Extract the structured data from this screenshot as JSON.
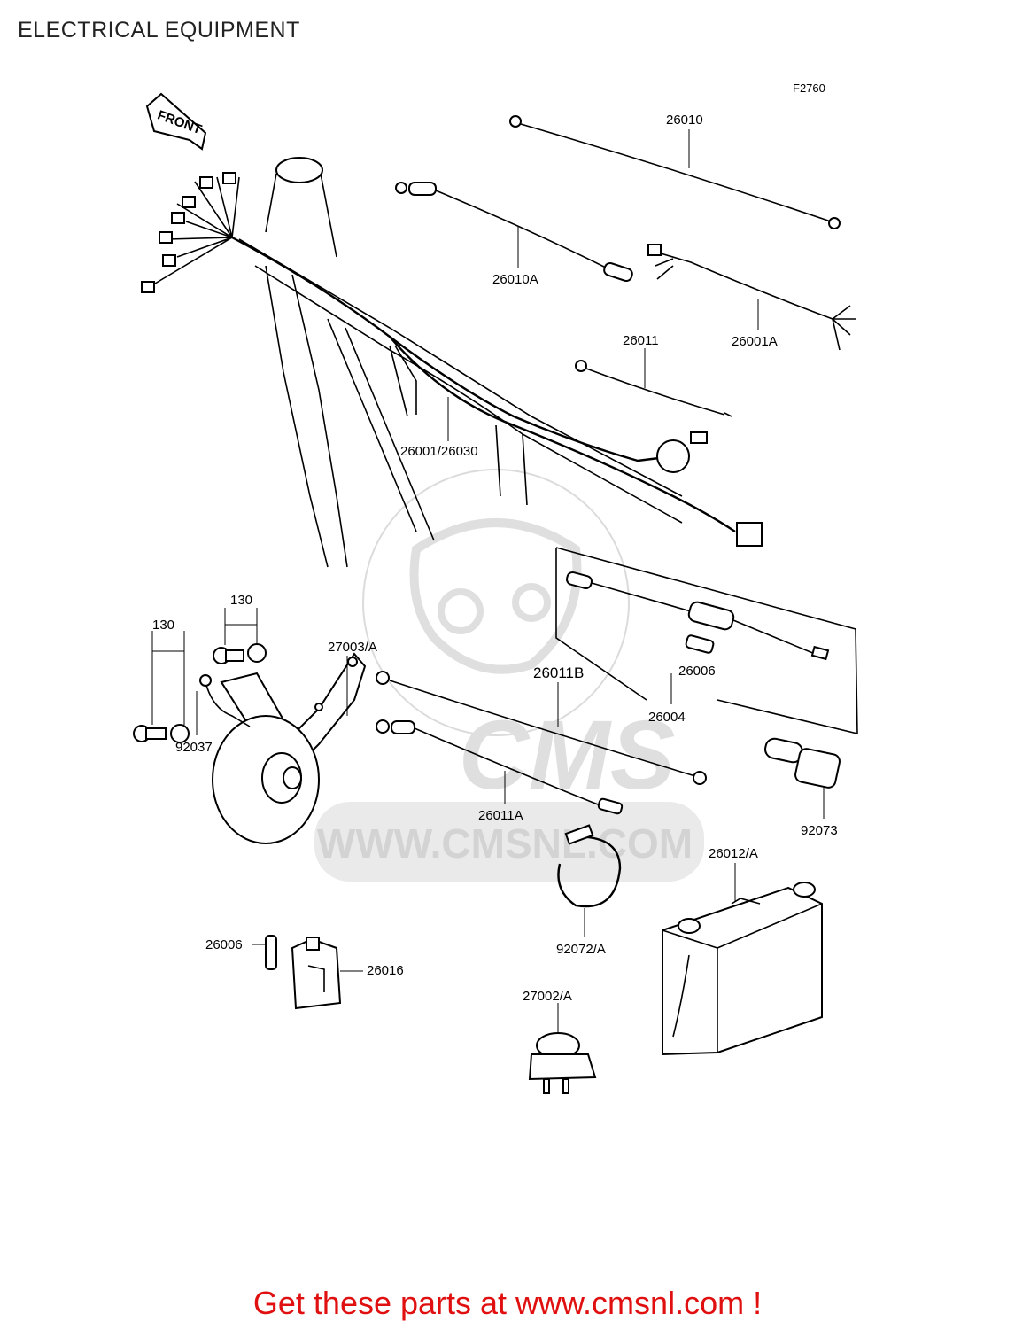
{
  "page_title": "ELECTRICAL EQUIPMENT",
  "figure_code": "F2760",
  "front_marker": "FRONT",
  "watermark": {
    "brand": "CMS",
    "url": "WWW.CMSNL.COM"
  },
  "labels": {
    "p26010": "26010",
    "p26010A": "26010A",
    "p26001A": "26001A",
    "p26011": "26011",
    "p26001_26030": "26001/26030",
    "p130a": "130",
    "p130b": "130",
    "p27003A": "27003/A",
    "p26011B": "26011B",
    "p26006a": "26006",
    "p26004": "26004",
    "p92037": "92037",
    "p26011A": "26011A",
    "p92073": "92073",
    "p26012A": "26012/A",
    "p26006b": "26006",
    "p26016": "26016",
    "p92072A": "92072/A",
    "p27002A": "27002/A"
  },
  "footer_link": "Get these parts at www.cmsnl.com !"
}
